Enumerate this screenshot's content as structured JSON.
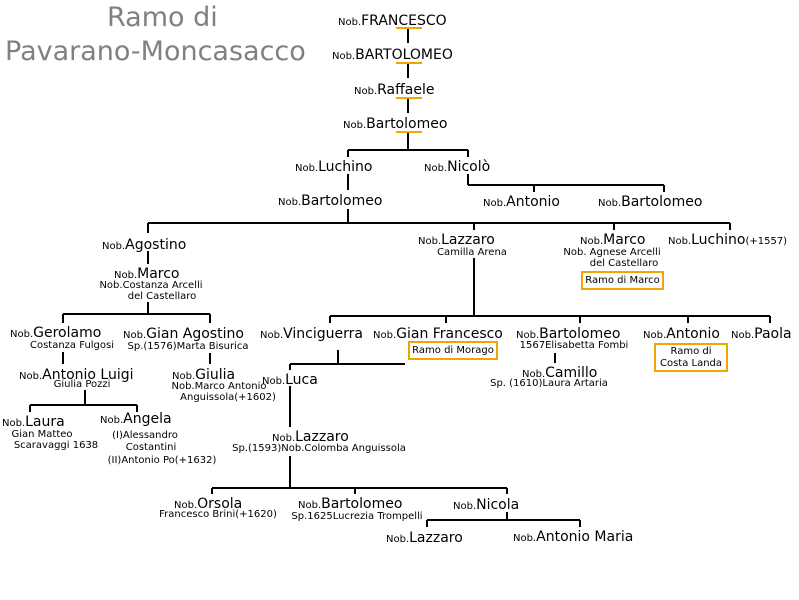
{
  "title": {
    "line1": "Ramo di",
    "line2": "Pavarano-Moncasacco"
  },
  "prefix": "Nob.",
  "people": {
    "francesco": "FRANCESCO",
    "bartolomeo1": "BARTOLOMEO",
    "raffaele": "Raffaele",
    "bartolomeo2": "Bartolomeo",
    "luchino1": "Luchino",
    "nicolo1": "Nicolò",
    "bartolomeo3": "Bartolomeo",
    "antonio1": "Antonio",
    "bartolomeo4": "Bartolomeo",
    "agostino": "Agostino",
    "lazzaro1": "Lazzaro",
    "marco": "Marco",
    "luchino2": "Luchino",
    "marco2": "Marco",
    "gerolamo": "Gerolamo",
    "gianagostino": "Gian Agostino",
    "antonioluigi": "Antonio Luigi",
    "giulia": "Giulia",
    "laura": "Laura",
    "angela": "Angela",
    "vinciguerra": "Vinciguerra",
    "gianfrancesco": "Gian Francesco",
    "bartolomeo5": "Bartolomeo",
    "antonio2": "Antonio",
    "paola": "Paola",
    "camillo": "Camillo",
    "luca": "Luca",
    "lazzaro2": "Lazzaro",
    "orsola": "Orsola",
    "bartolomeo6": "Bartolomeo",
    "nicola": "Nicola",
    "lazzaro3": "Lazzaro",
    "antoniomaria": "Antonio Maria"
  },
  "suffix": {
    "luchino2": "(+1557)"
  },
  "spouses": {
    "lazzaro1": "Camilla Arena",
    "marco_1": "Nob. Agnese Arcelli",
    "marco_2": "del Castellaro",
    "marco2_1": "Nob.Costanza Arcelli",
    "marco2_2": "del Castellaro",
    "gerolamo": "Costanza Fulgosi",
    "gianagostino": "Sp.(1576)Marta Bisurica",
    "antonioluigi": "Giulia Pozzi",
    "giulia_1": "Nob.Marco Antonio",
    "giulia_2": "Anguissola(+1602)",
    "laura_1": "Gian Matteo",
    "laura_2": "Scaravaggi 1638",
    "angela_1": "(I)Alessandro",
    "angela_2": "Costantini",
    "angela_3": "(II)Antonio Po(+1632)",
    "bartolomeo5": "1567Elisabetta Fombi",
    "camillo": "Sp. (1610)Laura Artaria",
    "lazzaro2": "Sp.(1593)Nob.Colomba Anguissola",
    "orsola": "Francesco Brini(+1620)",
    "bartolomeo6": "Sp.1625Lucrezia Trompelli"
  },
  "branches": {
    "marco": "Ramo di Marco",
    "morago": "Ramo di Morago",
    "costa_1": "Ramo di",
    "costa_2": "Costa Landa"
  },
  "colors": {
    "line": "#000000",
    "accent": "#f0a500",
    "title": "#808080"
  }
}
